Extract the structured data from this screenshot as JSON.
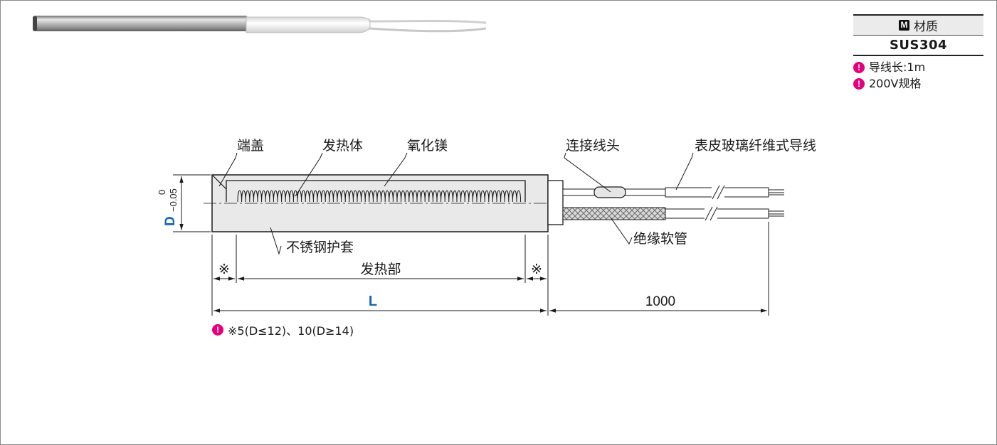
{
  "material": {
    "badge": "M",
    "header": "材质",
    "value": "SUS304"
  },
  "notes": [
    {
      "icon": "info-pin-icon",
      "text": "导线长:1m"
    },
    {
      "icon": "info-pin-icon",
      "text": "200V规格"
    }
  ],
  "labels": {
    "end_cap": "端盖",
    "heating_element": "发热体",
    "magnesium_oxide": "氧化镁",
    "connector": "连接线头",
    "glass_fiber_lead": "表皮玻璃纤维式导线",
    "stainless_sheath": "不锈钢护套",
    "insulation_tube": "绝缘软管"
  },
  "dimensions": {
    "diameter": "D",
    "tol_upper": "0",
    "tol_lower": "−0.05",
    "heating_part": "发热部",
    "mark_left": "※",
    "mark_right": "※",
    "length": "L",
    "lead_length": "1000"
  },
  "footnote": "※5(D≤12)、10(D≥14)",
  "colors": {
    "accent_blue": "#1266b4",
    "pin_magenta": "#e5007e"
  }
}
